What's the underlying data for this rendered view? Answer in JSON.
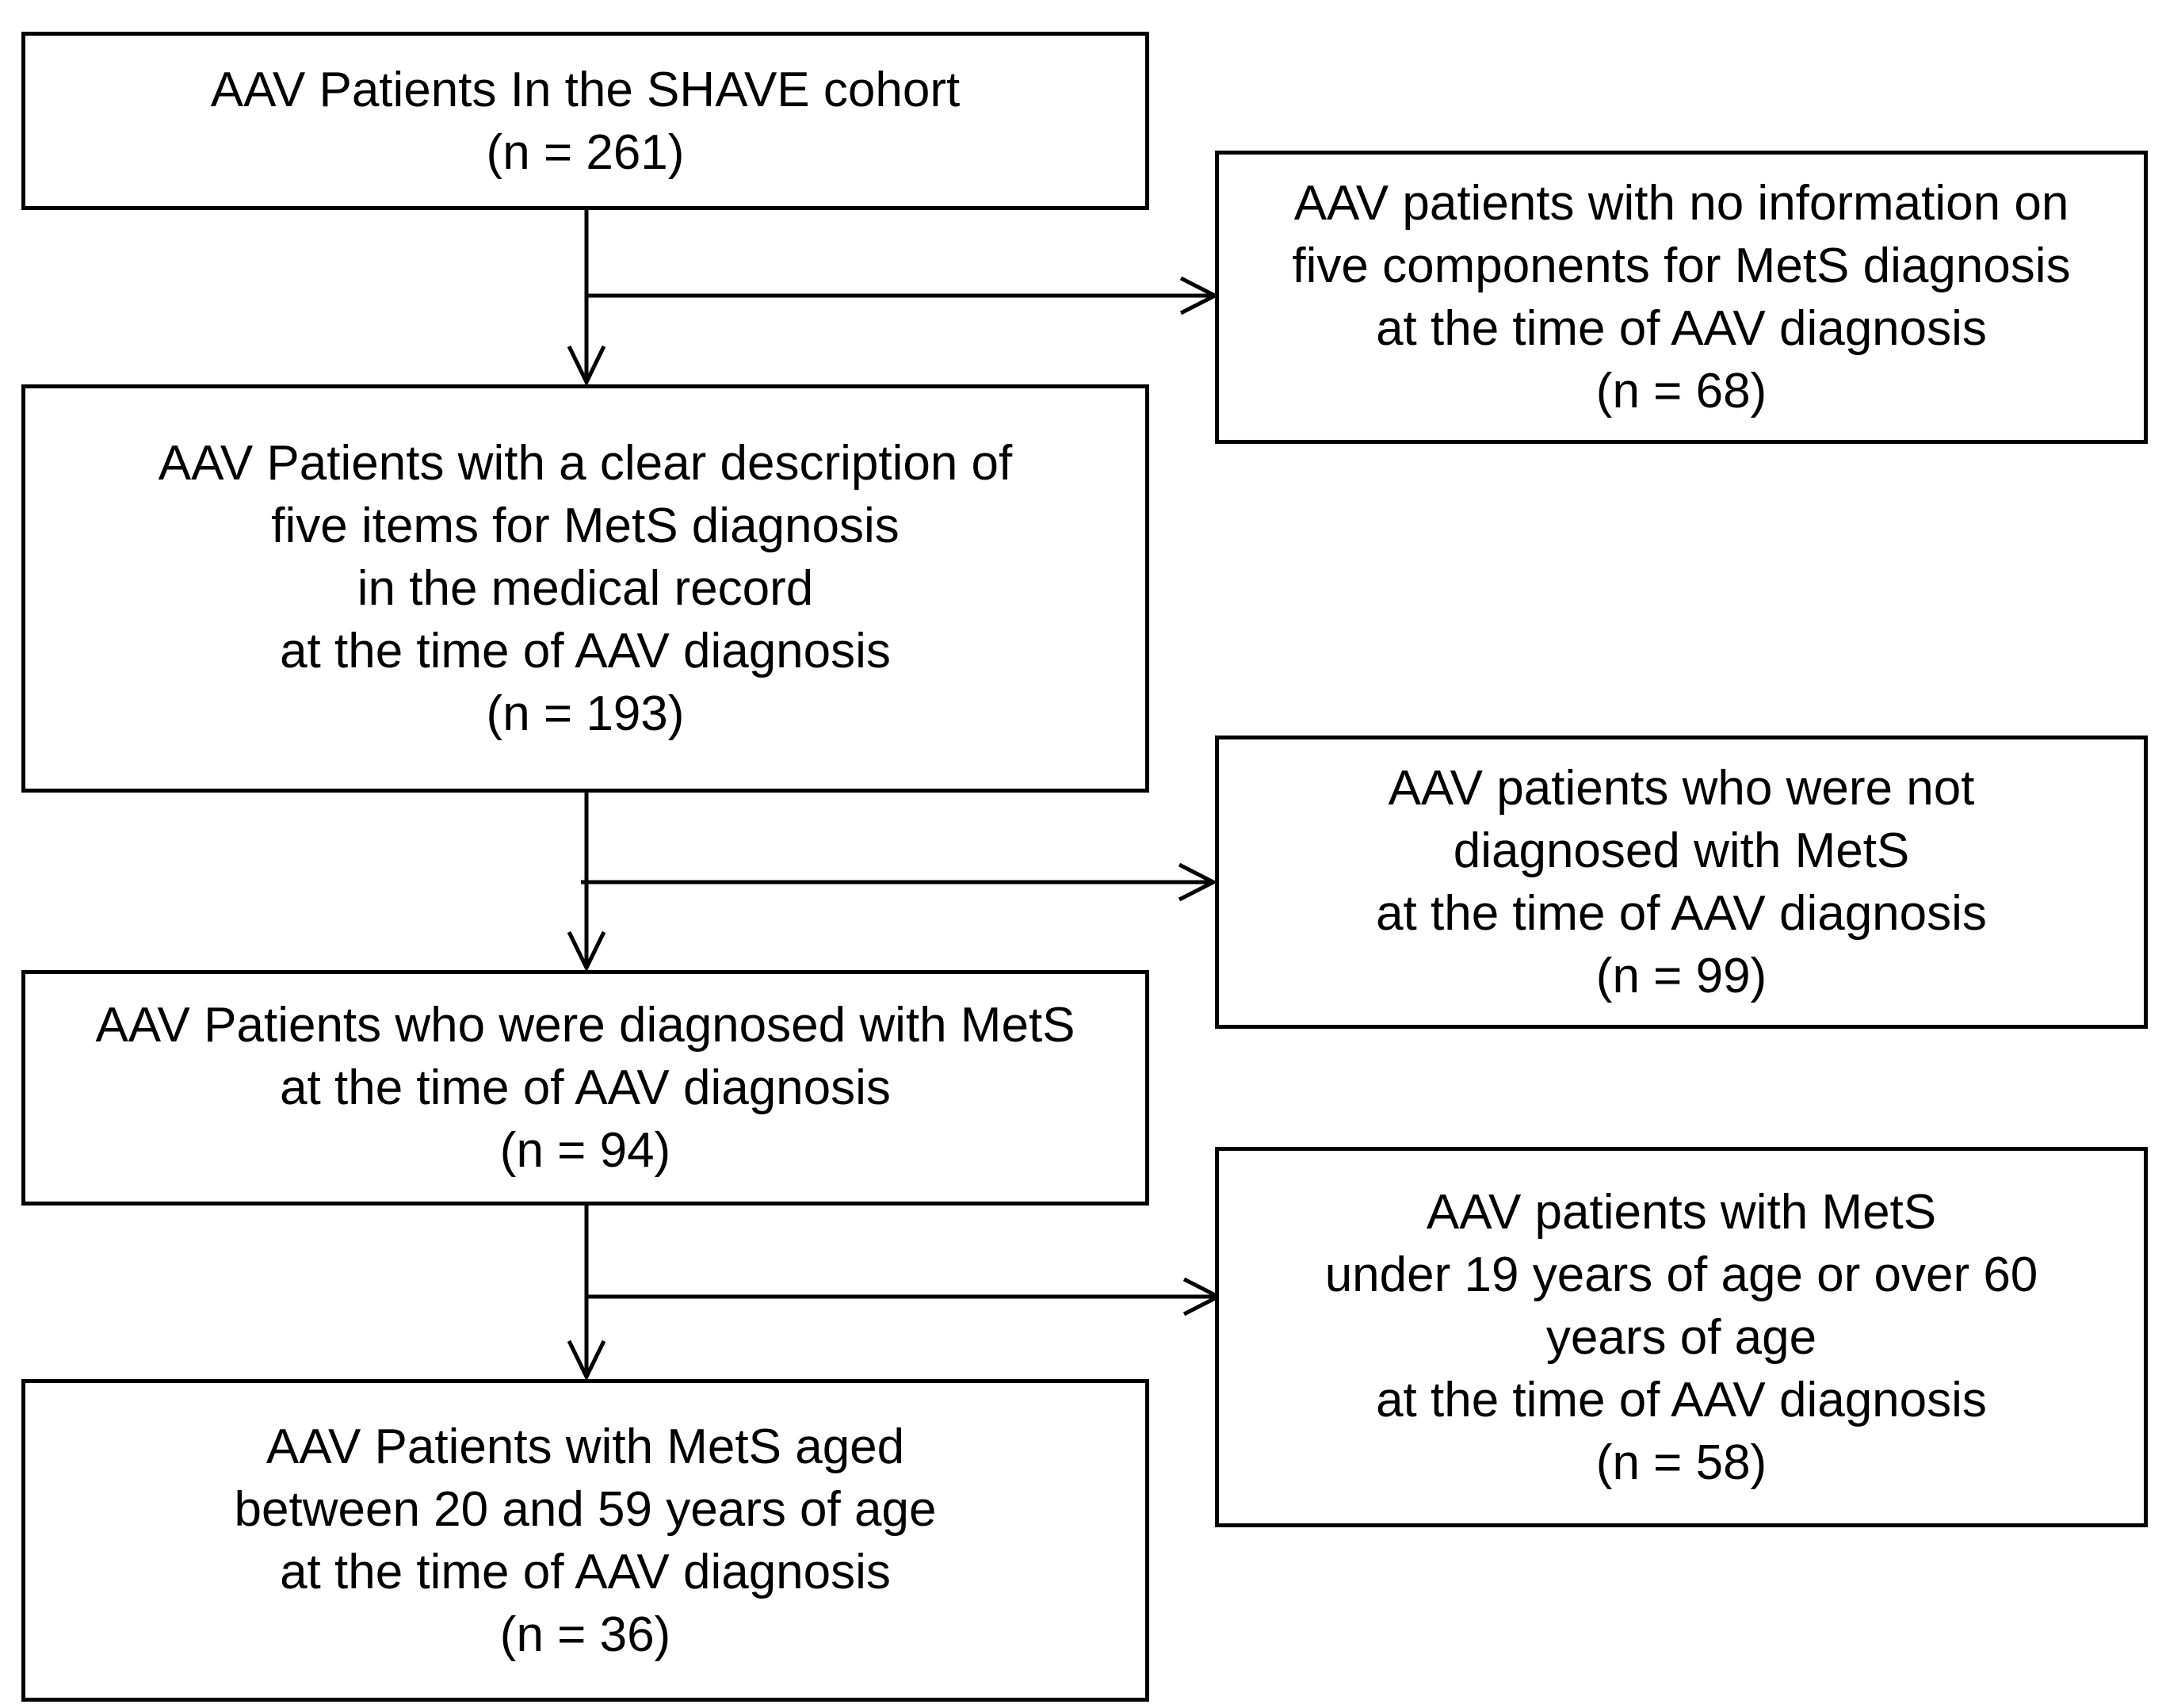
{
  "boxes": {
    "cohort": {
      "lines": [
        "AAV Patients In the SHAVE cohort",
        "(n = 261)"
      ]
    },
    "clear_description": {
      "lines": [
        "AAV Patients with a clear description of",
        "five items for MetS diagnosis",
        "in the medical record",
        "at the time of AAV diagnosis",
        "(n = 193)"
      ]
    },
    "diagnosed_mets": {
      "lines": [
        "AAV Patients who were diagnosed with MetS",
        "at the time of AAV diagnosis",
        "(n = 94)"
      ]
    },
    "final": {
      "lines": [
        "AAV Patients with MetS aged",
        "between 20 and 59 years of age",
        "at the time of AAV diagnosis",
        "(n = 36)"
      ]
    },
    "excluded_no_info": {
      "lines": [
        "AAV patients with no information on",
        "five components for MetS diagnosis",
        "at the time of AAV diagnosis",
        "(n = 68)"
      ]
    },
    "excluded_not_diagnosed": {
      "lines": [
        "AAV patients who were not",
        "diagnosed with MetS",
        "at the time of AAV diagnosis",
        "(n = 99)"
      ]
    },
    "excluded_age": {
      "lines": [
        "AAV patients with MetS",
        "under 19 years of age or over 60",
        "years of age",
        "at the time of AAV diagnosis",
        "(n = 58)"
      ]
    }
  },
  "colors": {
    "stroke": "#000000",
    "background": "#ffffff"
  }
}
